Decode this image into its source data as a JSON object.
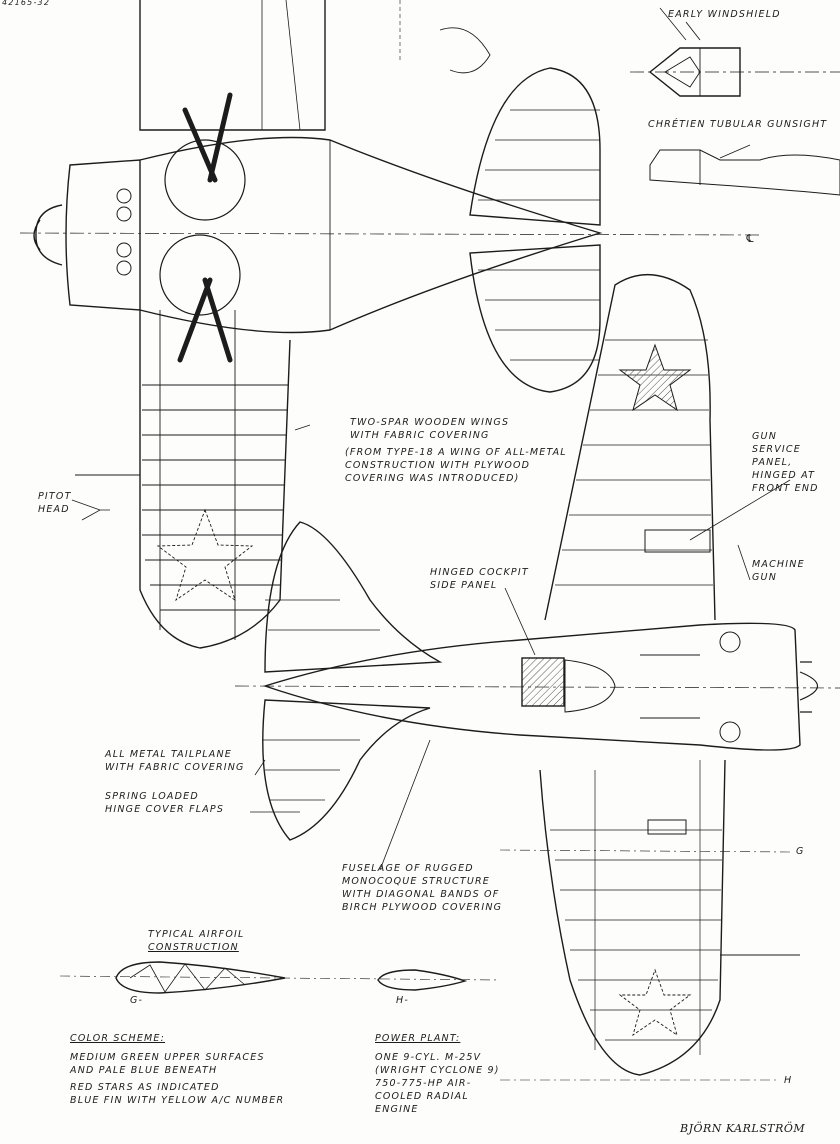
{
  "header_code": "42165-32",
  "labels": {
    "early_windshield": "EARLY WINDSHIELD",
    "gunsight": "CHRÉTIEN TUBULAR GUNSIGHT",
    "centerline_mark": "℄",
    "wings": [
      "TWO-SPAR WOODEN WINGS",
      "WITH FABRIC COVERING"
    ],
    "wings_note": [
      "(FROM TYPE-18 A WING OF ALL-METAL",
      "CONSTRUCTION WITH PLYWOOD",
      "COVERING WAS INTRODUCED)"
    ],
    "pitot": [
      "PITOT",
      "HEAD"
    ],
    "gun_panel": [
      "GUN",
      "SERVICE",
      "PANEL,",
      "HINGED AT",
      "FRONT END"
    ],
    "machine_gun": [
      "MACHINE",
      "GUN"
    ],
    "cockpit_panel": [
      "HINGED COCKPIT",
      "SIDE PANEL"
    ],
    "tailplane": [
      "ALL METAL TAILPLANE",
      "WITH FABRIC COVERING"
    ],
    "hinge_flaps": [
      "SPRING LOADED",
      "HINGE COVER FLAPS"
    ],
    "fuselage": [
      "FUSELAGE OF RUGGED",
      "MONOCOQUE STRUCTURE",
      "WITH DIAGONAL BANDS OF",
      "BIRCH PLYWOOD COVERING"
    ],
    "airfoil": [
      "TYPICAL AIRFOIL",
      "CONSTRUCTION"
    ],
    "section_g": "G-",
    "section_h": "H-",
    "mark_g": "G",
    "mark_h": "H"
  },
  "color_scheme": {
    "heading": "COLOR SCHEME:",
    "lines": [
      "MEDIUM GREEN UPPER SURFACES",
      "AND PALE BLUE BENEATH",
      "RED STARS AS INDICATED",
      "BLUE FIN WITH YELLOW A/C NUMBER"
    ]
  },
  "power_plant": {
    "heading": "POWER PLANT:",
    "lines": [
      "ONE 9-CYL. M-25V",
      "(WRIGHT CYCLONE 9)",
      "750-775-HP AIR-",
      "COOLED RADIAL",
      "ENGINE"
    ]
  },
  "signature": "BJÖRN KARLSTRÖM",
  "colors": {
    "ink": "#1c1c1c",
    "paper": "#fdfdfb",
    "hatch": "#555555"
  }
}
